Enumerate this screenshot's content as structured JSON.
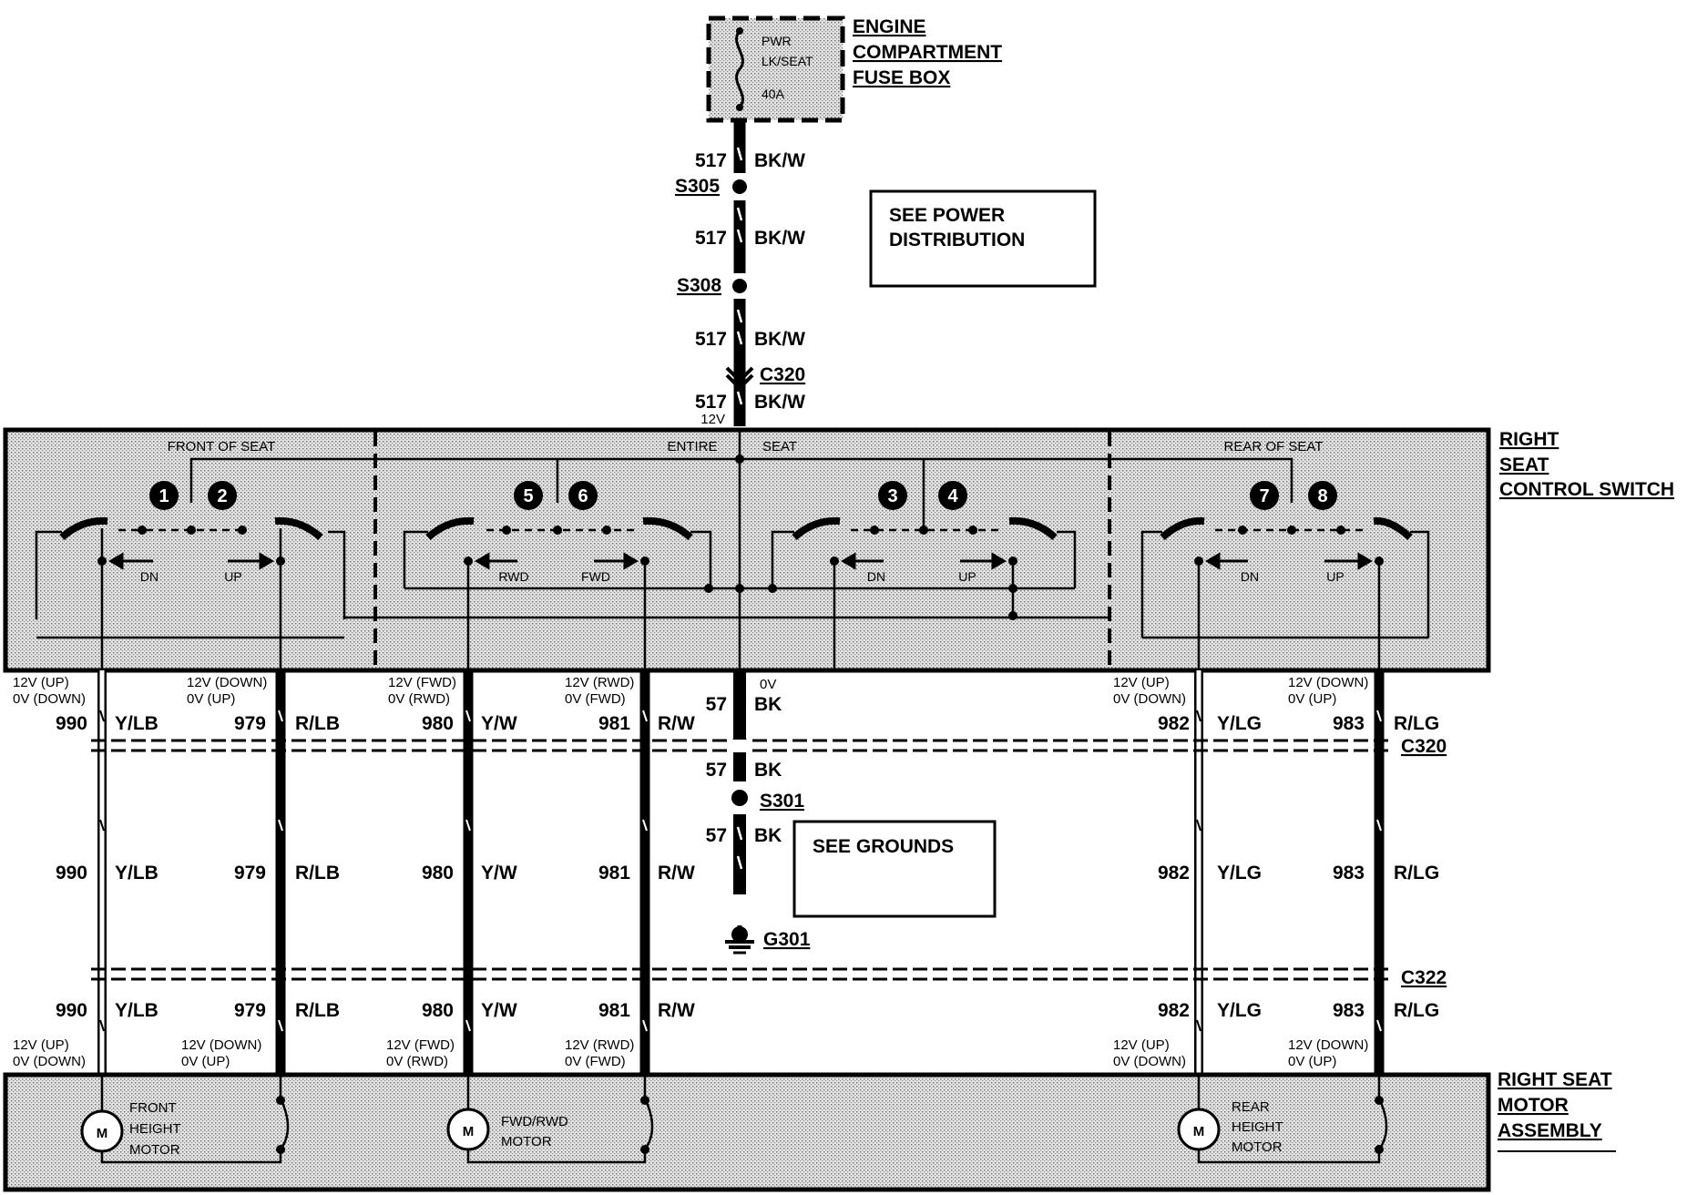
{
  "fuse_box": {
    "title_lines": [
      "ENGINE",
      "COMPARTMENT",
      "FUSE BOX"
    ],
    "fuse_lines": [
      "PWR",
      "LK/SEAT",
      "40A"
    ]
  },
  "feed": {
    "circuit": "517",
    "color": "BK/W",
    "splices": [
      "S305",
      "S308"
    ],
    "connector": "C320",
    "voltage": "12V"
  },
  "see_boxes": {
    "power": [
      "SEE POWER",
      "DISTRIBUTION"
    ],
    "grounds": [
      "SEE GROUNDS"
    ]
  },
  "switch": {
    "title_lines": [
      "RIGHT",
      "SEAT",
      "CONTROL SWITCH"
    ],
    "sections": [
      "FRONT OF SEAT",
      "ENTIRE",
      "SEAT",
      "REAR OF SEAT"
    ],
    "positions": [
      "1",
      "2",
      "5",
      "6",
      "3",
      "4",
      "7",
      "8"
    ],
    "arrows": [
      "DN",
      "UP",
      "RWD",
      "FWD",
      "DN",
      "UP",
      "DN",
      "UP"
    ]
  },
  "ground": {
    "circuit": "57",
    "color": "BK",
    "state": "0V",
    "splice": "S301",
    "point": "G301"
  },
  "connectors": [
    "C320",
    "C322"
  ],
  "wires": [
    {
      "circuit": "990",
      "color": "Y/LB",
      "state_top": [
        "12V (UP)",
        "0V (DOWN)"
      ]
    },
    {
      "circuit": "979",
      "color": "R/LB",
      "state_top": [
        "12V (DOWN)",
        "0V (UP)"
      ]
    },
    {
      "circuit": "980",
      "color": "Y/W",
      "state_top": [
        "12V (FWD)",
        "0V (RWD)"
      ]
    },
    {
      "circuit": "981",
      "color": "R/W",
      "state_top": [
        "12V (RWD)",
        "0V (FWD)"
      ]
    },
    {
      "circuit": "982",
      "color": "Y/LG",
      "state_top": [
        "12V (UP)",
        "0V (DOWN)"
      ]
    },
    {
      "circuit": "983",
      "color": "R/LG",
      "state_top": [
        "12V (DOWN)",
        "0V (UP)"
      ]
    }
  ],
  "motors": {
    "title_lines": [
      "RIGHT SEAT",
      "MOTOR",
      "ASSEMBLY"
    ],
    "symbol": "M",
    "labels": [
      [
        "FRONT",
        "HEIGHT",
        "MOTOR"
      ],
      [
        "FWD/RWD",
        "MOTOR"
      ],
      [
        "REAR",
        "HEIGHT",
        "MOTOR"
      ]
    ]
  },
  "colors": {
    "ink": "#000000",
    "panel_fill": "#d6d6d6"
  }
}
